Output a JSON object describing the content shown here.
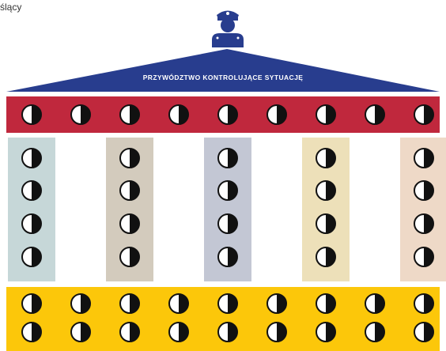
{
  "corner_text": "ślący",
  "roof": {
    "label": "PRZYWÓDZTWO KONTROLUJĄCE SYTUACJĘ",
    "color": "#283d8e"
  },
  "leader_icon": "police-officer-icon",
  "colors": {
    "beam": "#c0283d",
    "base": "#fcc70a",
    "token_dark": "#111111",
    "token_light": "#ffffff"
  },
  "pillars": [
    {
      "color": "#c6d7d8"
    },
    {
      "color": "#d3cbbd"
    },
    {
      "color": "#c3c7d4"
    },
    {
      "color": "#ede0b9"
    },
    {
      "color": "#eed9c7"
    }
  ],
  "counts": {
    "beam_tokens": 9,
    "pillar_tokens_each": 4,
    "base_rows": 2,
    "base_tokens_per_row": 9
  }
}
